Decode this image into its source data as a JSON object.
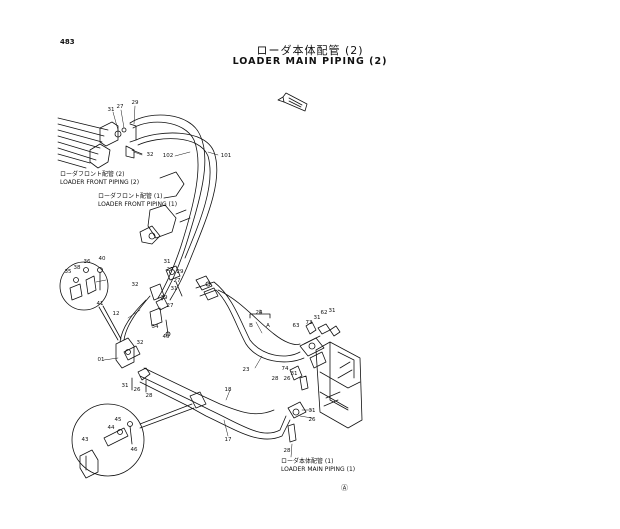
{
  "page_number": "483",
  "title_jp": "ローダ本体配管 (2)",
  "title_en": "LOADER MAIN PIPING (2)",
  "refs": {
    "front_2_jp": "ローダフロント配管 (2)",
    "front_2_en": "LOADER FRONT PIPING (2)",
    "front_1_jp": "ローダフロント配管 (1)",
    "front_1_en": "LOADER FRONT PIPING (1)",
    "main_1_jp": "ローダ本体配管 (1)",
    "main_1_en": "LOADER MAIN PIPING (1)"
  },
  "part_labels": [
    "31",
    "27",
    "29",
    "32",
    "102",
    "101",
    "35",
    "38",
    "36",
    "40",
    "41",
    "31",
    "27",
    "29",
    "32",
    "27",
    "31",
    "29",
    "27",
    "34",
    "40",
    "12",
    "24",
    "B",
    "A",
    "63",
    "73",
    "31",
    "62",
    "31",
    "23",
    "74",
    "01",
    "32",
    "31",
    "26",
    "28",
    "28",
    "26",
    "31",
    "18",
    "17",
    "31",
    "26",
    "28",
    "43",
    "44",
    "45",
    "46"
  ],
  "footer_mark": "Ⓐ"
}
